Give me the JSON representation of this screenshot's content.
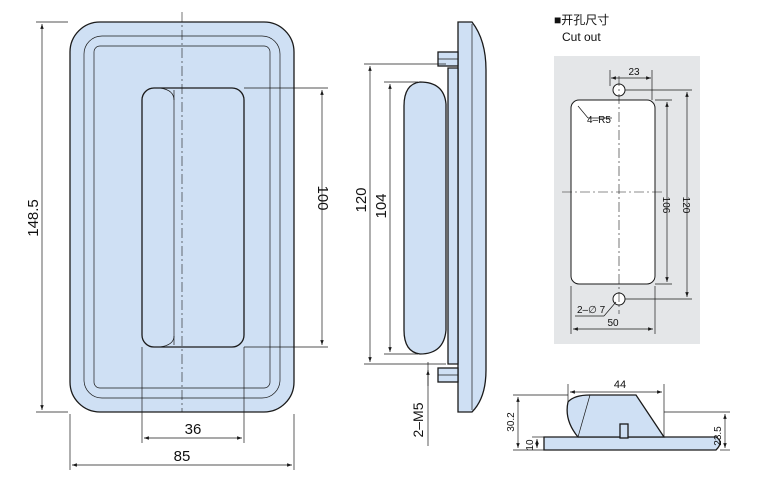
{
  "cutout": {
    "title_cn": "■开孔尺寸",
    "title_en": "Cut out",
    "dims": {
      "hole_spacing_x": "23",
      "radius": "4–R5",
      "inner_height": "106",
      "outer_height": "120",
      "holes": "2–∅ 7",
      "width": "50"
    }
  },
  "front_view": {
    "dims": {
      "height": "148.5",
      "width": "85",
      "grip_width": "36",
      "grip_height": "100"
    }
  },
  "side_view": {
    "dims": {
      "outer_height": "120",
      "inner_height": "104",
      "thread": "2–M5"
    }
  },
  "bottom_view": {
    "dims": {
      "length": "44",
      "height_total": "30.2",
      "flange": "10",
      "depth": "23.5"
    }
  }
}
